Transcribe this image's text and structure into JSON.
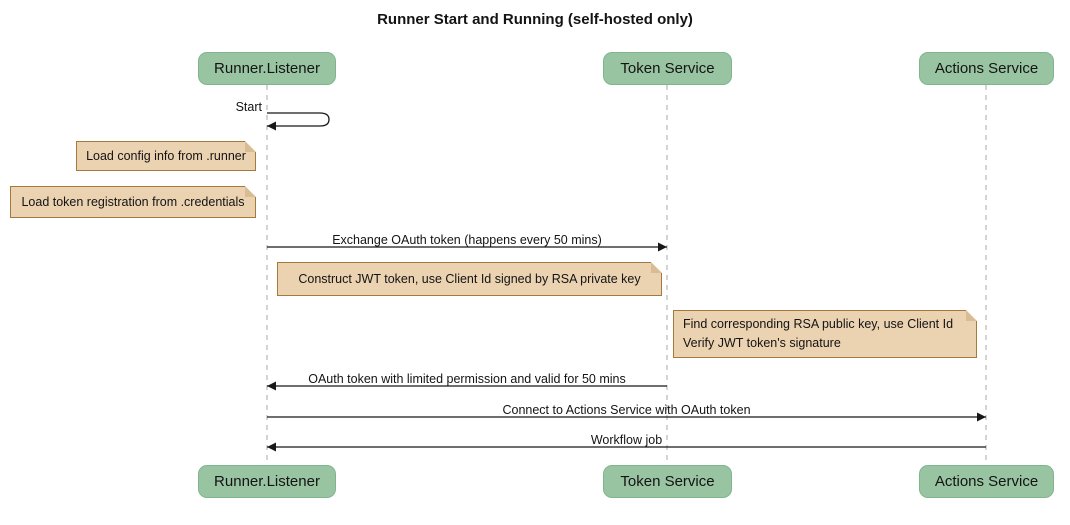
{
  "title": "Runner Start and Running (self-hosted only)",
  "participants": {
    "runner_listener": {
      "label": "Runner.Listener"
    },
    "token_service": {
      "label": "Token Service"
    },
    "actions_service": {
      "label": "Actions Service"
    }
  },
  "messages": {
    "start": {
      "label": "Start",
      "from": "Runner.Listener",
      "to": "Runner.Listener",
      "direction": "self"
    },
    "exchange_oauth": {
      "label": "Exchange OAuth token (happens every 50 mins)",
      "from": "Runner.Listener",
      "to": "Token Service",
      "direction": "right"
    },
    "oauth_token": {
      "label": "OAuth token with limited permission and valid for 50 mins",
      "from": "Token Service",
      "to": "Runner.Listener",
      "direction": "left"
    },
    "connect": {
      "label": "Connect to Actions Service with OAuth token",
      "from": "Runner.Listener",
      "to": "Actions Service",
      "direction": "right"
    },
    "workflow_job": {
      "label": "Workflow job",
      "from": "Actions Service",
      "to": "Runner.Listener",
      "direction": "left"
    }
  },
  "notes": {
    "load_config": {
      "text": "Load config info from .runner"
    },
    "load_token_registration": {
      "text": "Load token registration from .credentials"
    },
    "construct_jwt": {
      "text": "Construct JWT token, use Client Id signed by RSA private key"
    },
    "verify_jwt": {
      "line1": "Find corresponding RSA public key, use Client Id",
      "line2": "Verify JWT token's signature"
    }
  },
  "colors": {
    "participant_fill": "#99c4a2",
    "participant_border": "#7fb58e",
    "note_fill": "#ebd2b1",
    "note_border": "#a5793d",
    "note_fold": "#d9bc93",
    "lifeline": "#a8a8a8",
    "arrow": "#181818",
    "text": "#141414"
  }
}
